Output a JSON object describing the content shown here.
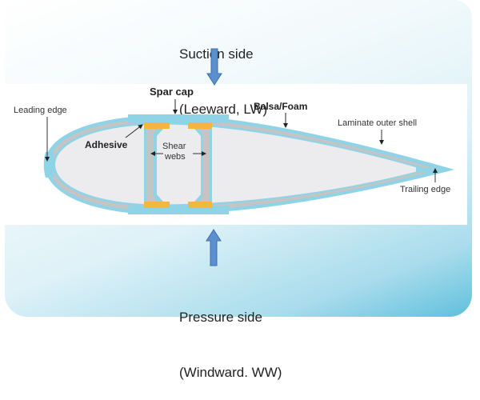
{
  "title": "Wind turbine blade cross-section",
  "suction_side": {
    "line1": "Suction side",
    "line2": "(Leeward, LW)"
  },
  "pressure_side": {
    "line1": "Pressure side",
    "line2": "(Windward. WW)"
  },
  "labels": {
    "spar_cap": "Spar cap",
    "leading_edge": "Leading edge",
    "adhesive": "Adhesive",
    "shear_webs_line1": "Shear",
    "shear_webs_line2": "webs",
    "balsa_foam": "Balsa/Foam",
    "laminate_outer_shell": "Laminate outer shell",
    "trailing_edge": "Trailing edge"
  },
  "colors": {
    "laminate": "#8fd3e6",
    "balsa": "#c4c4c4",
    "interior": "#ececee",
    "adhesive": "#f3b63f",
    "arrow_fill": "#5b8fcf",
    "arrow_stroke": "#3f6fa8",
    "label_text": "#222222"
  }
}
